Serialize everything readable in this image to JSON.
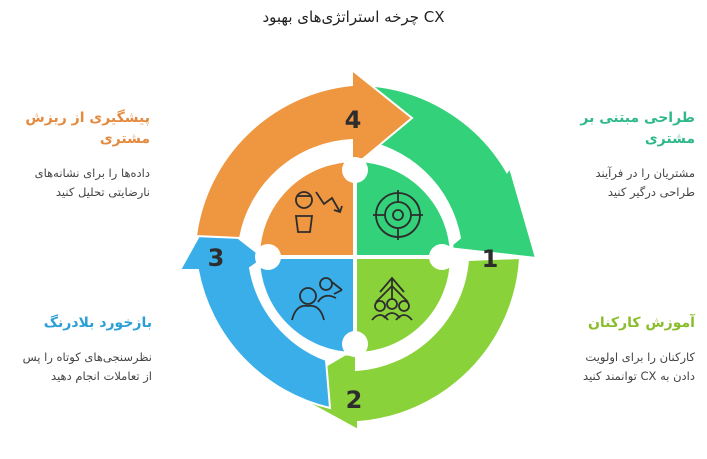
{
  "title": "CX چرخه استراتژی‌های بهبود",
  "colors": {
    "step1": "#33d17a",
    "step2": "#8ad23a",
    "step3": "#3aaee8",
    "step4": "#ef9640",
    "title1": "#2fb88a",
    "title2": "#8abd2c",
    "title3": "#2a9fd6",
    "title4": "#e48a3e"
  },
  "steps": [
    {
      "number": "1",
      "title": "طراحی مبتنی بر مشتری",
      "description": "مشتریان را در فرآیند طراحی درگیر کنید",
      "icon": "target-icon"
    },
    {
      "number": "2",
      "title": "آموزش کارکنان",
      "description": "کارکنان را برای اولویت دادن به CX توانمند کنید",
      "icon": "team-growth-icon"
    },
    {
      "number": "3",
      "title": "بازخورد بلادرنگ",
      "description": "نظرسنجی‌های کوتاه را پس از تعاملات انجام دهید",
      "icon": "feedback-people-icon"
    },
    {
      "number": "4",
      "title": "پیشگیری از ریزش مشتری",
      "description": "داده‌ها را برای نشانه‌های نارضایتی تحلیل کنید",
      "icon": "churn-decline-icon"
    }
  ]
}
